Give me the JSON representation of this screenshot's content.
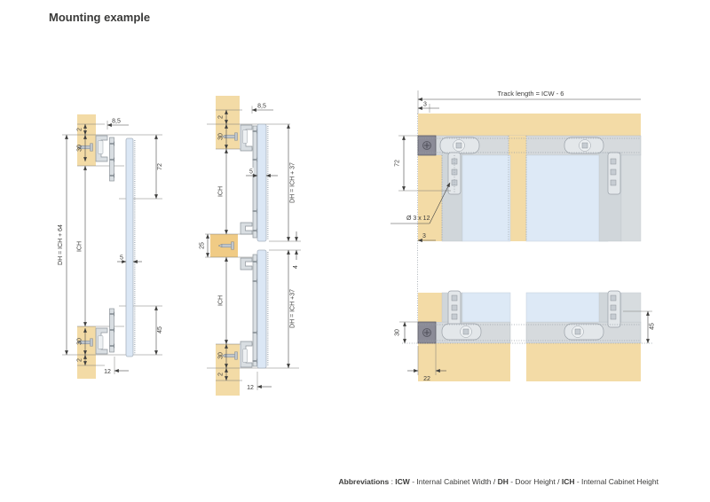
{
  "title": "Mounting example",
  "footer": {
    "label": "Abbreviations",
    "colon": " : ",
    "icw": "ICW",
    "icw_desc": " - Internal Cabinet Width / ",
    "dh": "DH",
    "dh_desc": " - Door Height / ",
    "ich": "ICH",
    "ich_desc": " - Internal Cabinet Height"
  },
  "left_diagram": {
    "top_gap": "2",
    "top_track": "30",
    "front_offset": "8,5",
    "top_bracket": "72",
    "door_height": "DH = ICH + 64",
    "cabinet_height": "ICH",
    "door_thickness": "5",
    "bottom_bracket": "45",
    "bottom_track": "30",
    "bottom_gap": "2",
    "bottom_inset": "12"
  },
  "middle_diagram": {
    "top_gap": "2",
    "top_track": "30",
    "front_offset": "8,5",
    "upper_cabinet_height": "ICH",
    "door_thickness": "5",
    "upper_door_height": "DH = ICH + 37",
    "shelf_thickness": "25",
    "door_gap": "4",
    "lower_cabinet_height": "ICH",
    "lower_door_height": "DH = ICH +37",
    "bottom_track": "30",
    "bottom_gap": "2",
    "bottom_inset": "12"
  },
  "right_diagram": {
    "track_length": "Track length = ICW - 6",
    "track_end_gap": "3",
    "top_bracket_height": "72",
    "screw_spec": "Ø 3 x 12",
    "side_gap": "3",
    "end_stop_height": "30",
    "end_stop_width": "22",
    "bottom_bracket_height": "45"
  },
  "colors": {
    "panel_wood": "#f3dba6",
    "shelf_wood": "#f0cb85",
    "door_glass": "#dbe7f5",
    "hardware_gray": "#d9dee2",
    "end_stop_gray": "#8b8b97",
    "dim_line": "#474746"
  }
}
